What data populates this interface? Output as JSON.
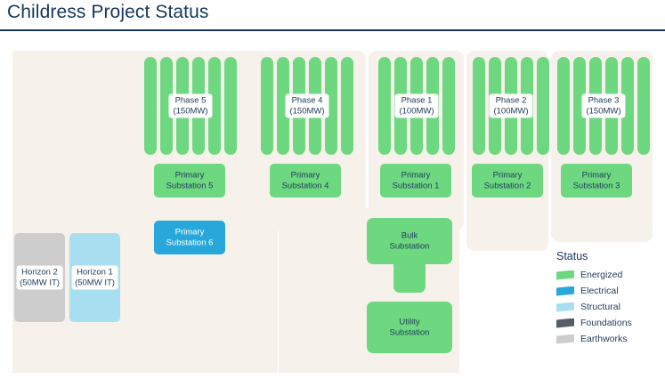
{
  "header": {
    "title": "Childress Project Status"
  },
  "colors": {
    "energized": "#6ed880",
    "electrical": "#28a8da",
    "structural": "#a8dff0",
    "foundations": "#555d66",
    "earthworks": "#cdcdcd",
    "parcel": "#f7f1ec",
    "title": "#17365d",
    "label_text": "#1d3b5c"
  },
  "legend": {
    "title": "Status",
    "items": [
      {
        "label": "Energized",
        "color": "#6ed880"
      },
      {
        "label": "Electrical",
        "color": "#28a8da"
      },
      {
        "label": "Structural",
        "color": "#a8dff0"
      },
      {
        "label": "Foundations",
        "color": "#555d66"
      },
      {
        "label": "Earthworks",
        "color": "#cdcdcd"
      }
    ]
  },
  "phases": [
    {
      "id": "phase-5",
      "name": "Phase 5",
      "capacity": "(150MW)",
      "rows": 6,
      "status": "Energized"
    },
    {
      "id": "phase-4",
      "name": "Phase 4",
      "capacity": "(150MW)",
      "rows": 6,
      "status": "Energized"
    },
    {
      "id": "phase-1",
      "name": "Phase 1",
      "capacity": "(100MW)",
      "rows": 5,
      "status": "Energized"
    },
    {
      "id": "phase-2",
      "name": "Phase 2",
      "capacity": "(100MW)",
      "rows": 5,
      "status": "Energized"
    },
    {
      "id": "phase-3",
      "name": "Phase 3",
      "capacity": "(150MW)",
      "rows": 6,
      "status": "Energized"
    }
  ],
  "primary_substations": [
    {
      "id": "primary-substation-5",
      "line1": "Primary",
      "line2": "Substation 5",
      "status": "Energized"
    },
    {
      "id": "primary-substation-4",
      "line1": "Primary",
      "line2": "Substation 4",
      "status": "Energized"
    },
    {
      "id": "primary-substation-1",
      "line1": "Primary",
      "line2": "Substation 1",
      "status": "Energized"
    },
    {
      "id": "primary-substation-2",
      "line1": "Primary",
      "line2": "Substation 2",
      "status": "Energized"
    },
    {
      "id": "primary-substation-3",
      "line1": "Primary",
      "line2": "Substation 3",
      "status": "Energized"
    },
    {
      "id": "primary-substation-6",
      "line1": "Primary",
      "line2": "Substation 6",
      "status": "Electrical"
    }
  ],
  "horizons": [
    {
      "id": "horizon-2",
      "line1": "Horizon 2",
      "line2": "(50MW IT)",
      "status": "Earthworks"
    },
    {
      "id": "horizon-1",
      "line1": "Horizon 1",
      "line2": "(50MW IT)",
      "status": "Structural"
    }
  ],
  "other_assets": [
    {
      "id": "bulk-substation",
      "line1": "Bulk",
      "line2": "Substation",
      "status": "Energized"
    },
    {
      "id": "utility-substation",
      "line1": "Utility",
      "line2": "Substation",
      "status": "Energized"
    }
  ]
}
